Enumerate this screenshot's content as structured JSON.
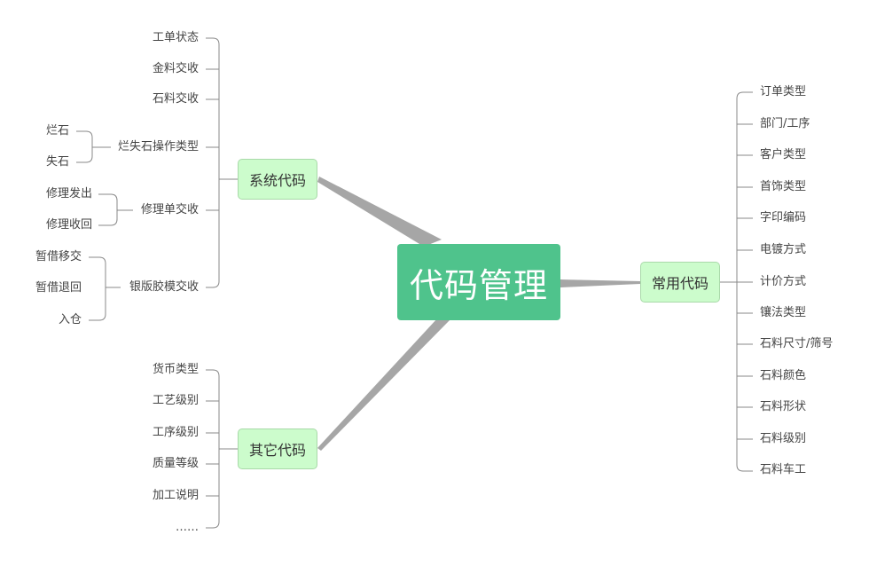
{
  "root": {
    "label": "代码管理",
    "color": "#4fc38c"
  },
  "branches": {
    "system": {
      "label": "系统代码",
      "children": [
        {
          "label": "工单状态",
          "children": []
        },
        {
          "label": "金料交收",
          "children": []
        },
        {
          "label": "石料交收",
          "children": []
        },
        {
          "label": "烂失石操作类型",
          "children": [
            {
              "label": "烂石"
            },
            {
              "label": "失石"
            }
          ]
        },
        {
          "label": "修理单交收",
          "children": [
            {
              "label": "修理发出"
            },
            {
              "label": "修理收回"
            }
          ]
        },
        {
          "label": "银版胶模交收",
          "children": [
            {
              "label": "暂借移交"
            },
            {
              "label": "暂借退回"
            },
            {
              "label": "入仓"
            }
          ]
        }
      ]
    },
    "other": {
      "label": "其它代码",
      "children": [
        {
          "label": "货币类型"
        },
        {
          "label": "工艺级别"
        },
        {
          "label": "工序级别"
        },
        {
          "label": "质量等级"
        },
        {
          "label": "加工说明"
        },
        {
          "label": "……"
        }
      ]
    },
    "common": {
      "label": "常用代码",
      "children": [
        {
          "label": "订单类型"
        },
        {
          "label": "部门/工序"
        },
        {
          "label": "客户类型"
        },
        {
          "label": "首饰类型"
        },
        {
          "label": "字印编码"
        },
        {
          "label": "电镀方式"
        },
        {
          "label": "计价方式"
        },
        {
          "label": "镶法类型"
        },
        {
          "label": "石料尺寸/筛号"
        },
        {
          "label": "石料颜色"
        },
        {
          "label": "石料形状"
        },
        {
          "label": "石料级别"
        },
        {
          "label": "石料车工"
        }
      ]
    }
  },
  "colors": {
    "topic_fill": "#ccfccc",
    "topic_border": "#a9d9a9",
    "connector": "#a6a6a6",
    "line": "#888888"
  }
}
